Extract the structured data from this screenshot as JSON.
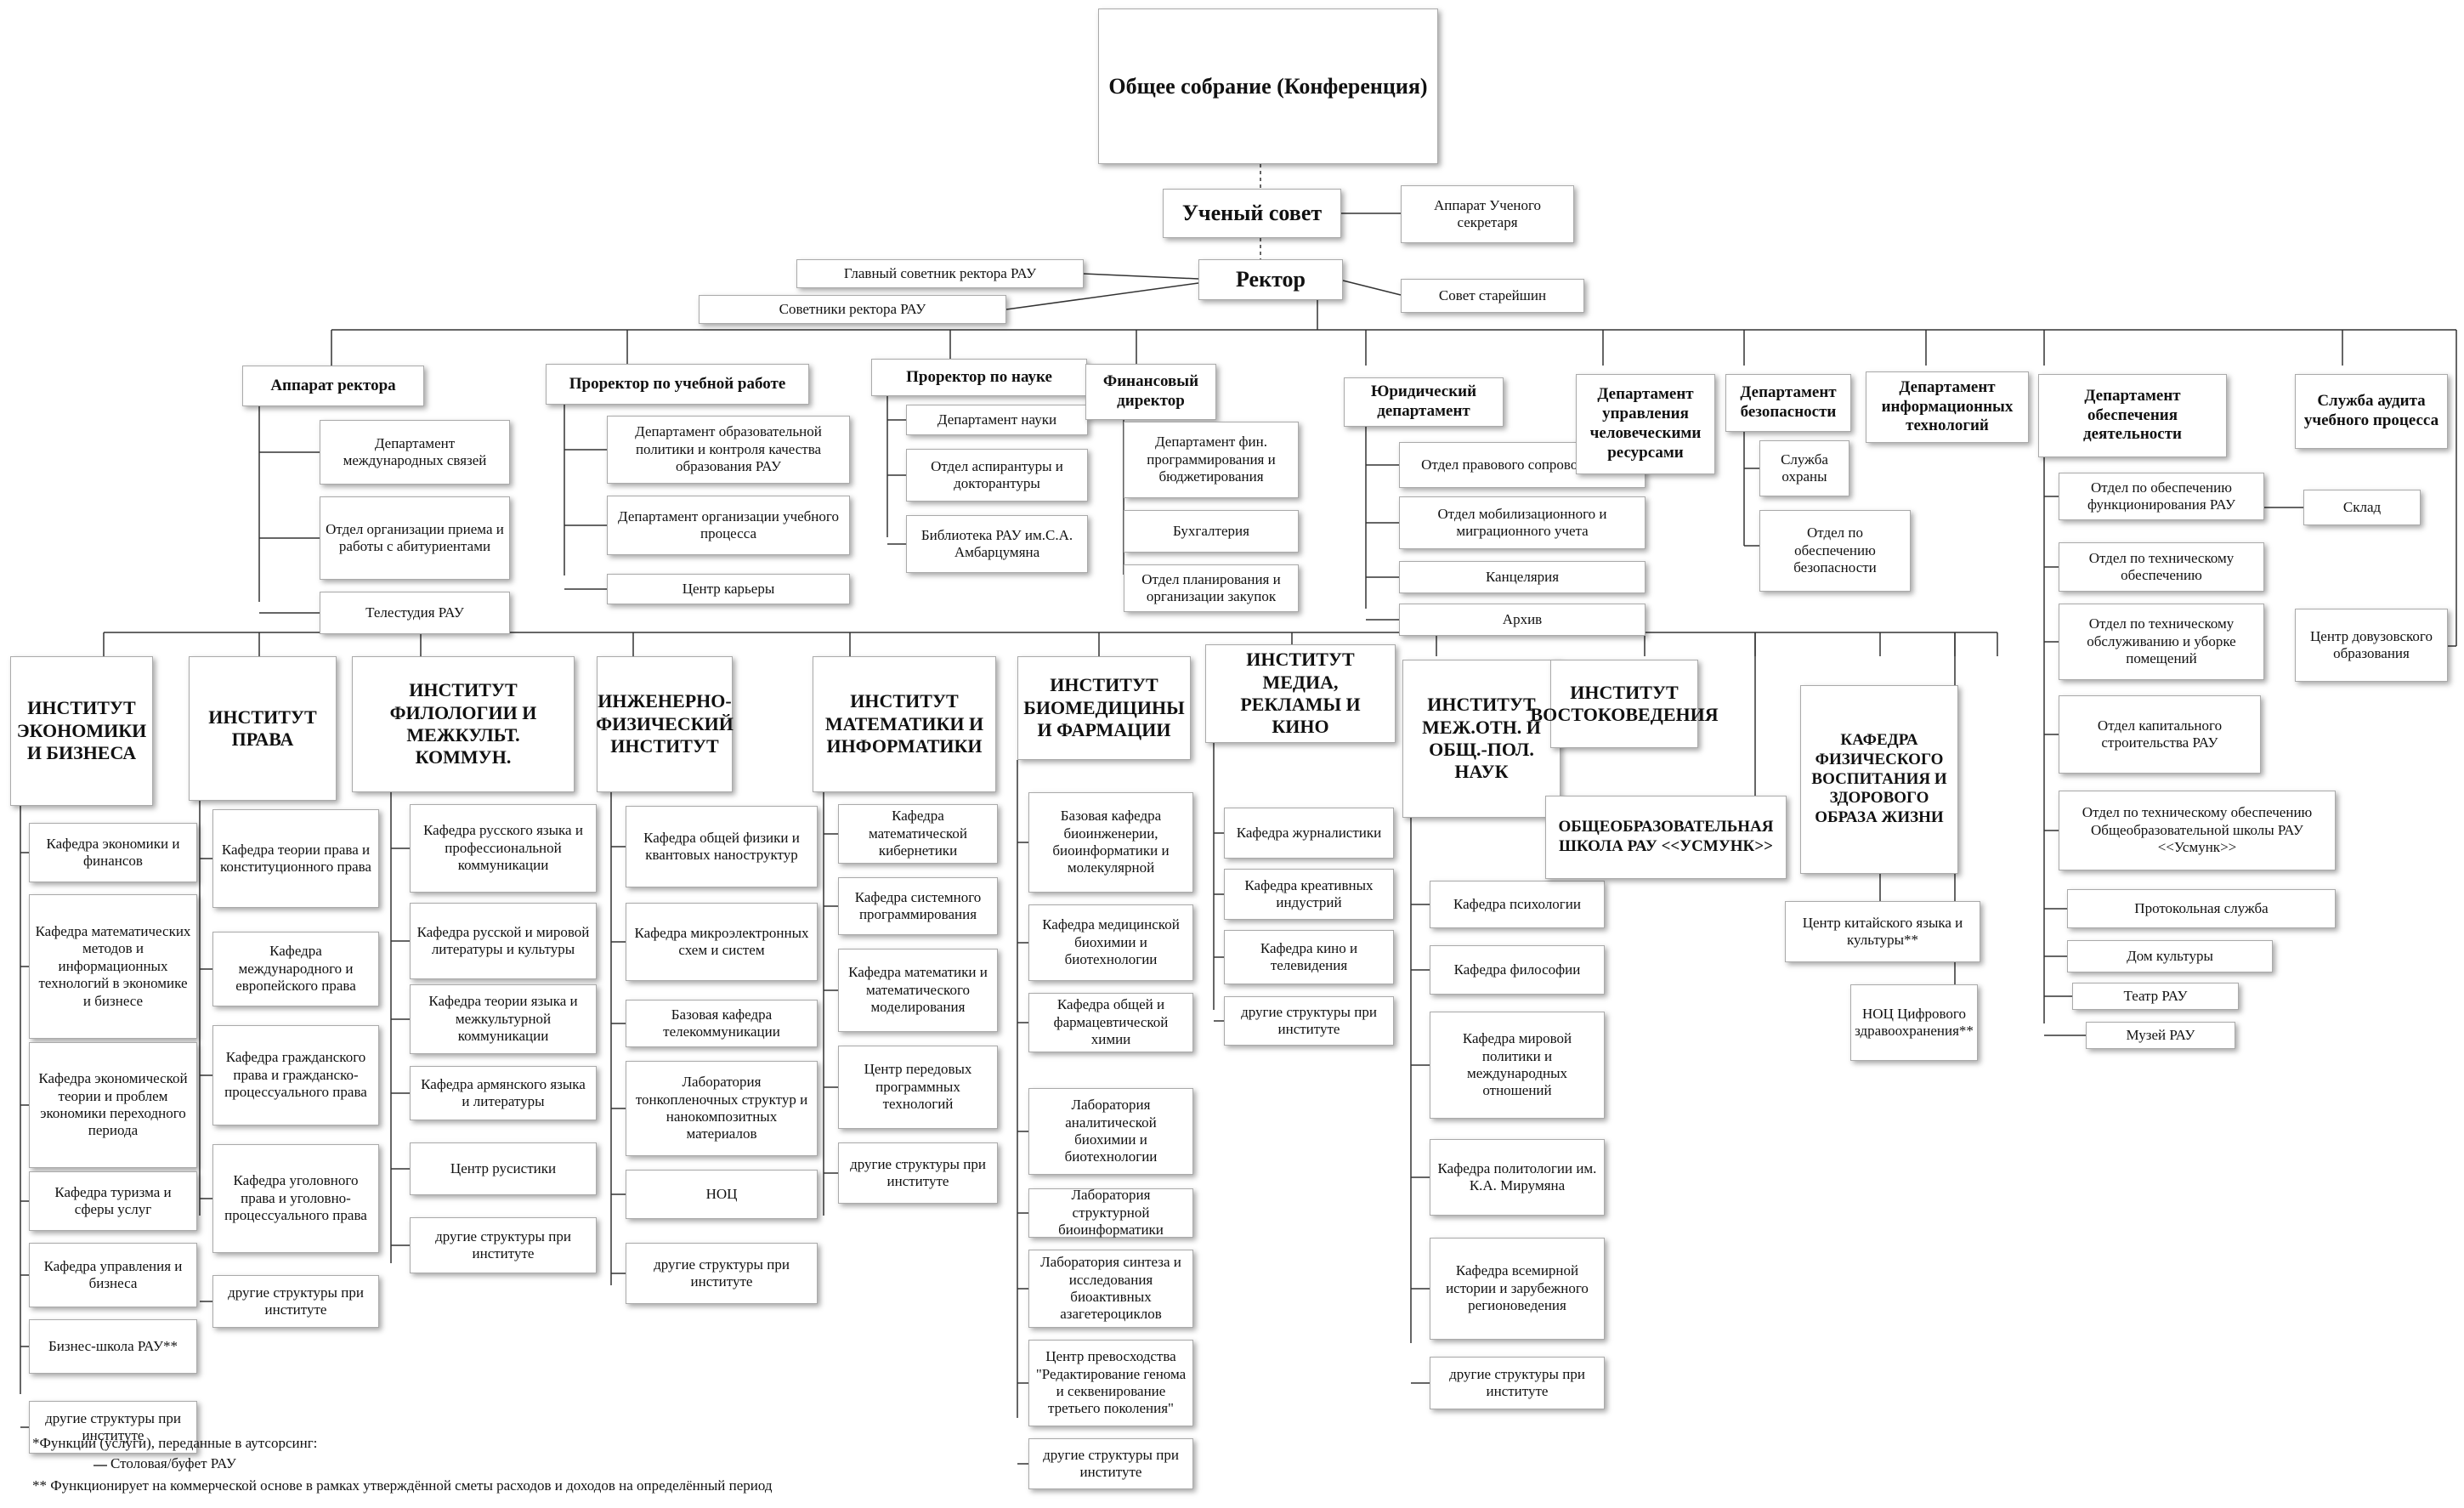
{
  "top": {
    "assembly": "Общее собрание (Конференция)",
    "council": "Ученый совет",
    "council_secretary": "Аппарат Ученого секретаря",
    "rector": "Ректор",
    "chief_advisor": "Главный советник ректора РАУ",
    "advisors": "Советники ректора РАУ",
    "elders": "Совет старейшин"
  },
  "row2": {
    "apparatus": "Аппарат ректора",
    "apparatus_items": [
      "Департамент международных связей",
      "Отдел организации приема и работы с абитуриентами",
      "Телестудия РАУ"
    ],
    "vice_edu": "Проректор по учебной работе",
    "vice_edu_items": [
      "Департамент образовательной политики и контроля качества образования РАУ",
      "Департамент организации учебного процесса",
      "Центр карьеры"
    ],
    "vice_sci": "Проректор по науке",
    "vice_sci_items": [
      "Департамент науки",
      "Отдел аспирантуры и докторантуры",
      "Библиотека РАУ им.С.А. Амбарцумяна"
    ],
    "cfo": "Финансовый директор",
    "cfo_items": [
      "Департамент фин. программирования и бюджетирования",
      "Бухгалтерия",
      "Отдел планирования и организации закупок"
    ],
    "legal": "Юридический департамент",
    "legal_items": [
      "Отдел правового сопровождения",
      "Отдел мобилизационного и миграционного учета",
      "Канцелярия",
      "Архив"
    ],
    "hr": "Департамент управления человеческими ресурсами",
    "security": "Департамент безопасности",
    "security_items": [
      "Служба охраны",
      "Отдел по обеспечению безопасности"
    ],
    "it": "Департамент информационных технологий",
    "support": "Департамент обеспечения деятельности",
    "support_items": [
      "Отдел по обеспечению функционирования РАУ",
      "Отдел по техническому обеспечению",
      "Отдел по техническому обслуживанию и уборке помещений",
      "Отдел капитального строительства РАУ",
      "Отдел по техническому обеспечению Общеобразовательной школы РАУ <<Усмунк>>",
      "Протокольная служба",
      "Дом культуры",
      "Театр РАУ",
      "Музей РАУ"
    ],
    "warehouse": "Склад",
    "audit": "Служба аудита учебного процесса",
    "preuni": "Центр довузовского образования"
  },
  "institutes": {
    "econ": "ИНСТИТУТ ЭКОНОМИКИ И БИЗНЕСА",
    "econ_items": [
      "Кафедра экономики и финансов",
      "Кафедра математических методов и информационных технологий в экономике и бизнесе",
      "Кафедра экономической теории и проблем экономики переходного периода",
      "Кафедра туризма и сферы услуг",
      "Кафедра управления и бизнеса",
      "Бизнес-школа РАУ**",
      "другие структуры при институте"
    ],
    "law": "ИНСТИТУТ ПРАВА",
    "law_items": [
      "Кафедра теории права и конституционного права",
      "Кафедра международного и европейского права",
      "Кафедра гражданского права и гражданско-процессуального права",
      "Кафедра уголовного права и уголовно-процессуального права",
      "другие структуры при институте"
    ],
    "phil": "ИНСТИТУТ ФИЛОЛОГИИ И МЕЖКУЛЬТ. КОММУН.",
    "phil_items": [
      "Кафедра русского языка и профессиональной коммуникации",
      "Кафедра русской и мировой литературы и культуры",
      "Кафедра теории языка и межкультурной коммуникации",
      "Кафедра армянского языка и литературы",
      "Центр русистики",
      "другие структуры при институте"
    ],
    "eng": "ИНЖЕНЕРНО-ФИЗИЧЕСКИЙ ИНСТИТУТ",
    "eng_items": [
      "Кафедра общей физики и квантовых наноструктур",
      "Кафедра микроэлектронных схем и систем",
      "Базовая кафедра телекоммуникации",
      "Лаборатория тонкопленочных структур и нанокомпозитных материалов",
      "НОЦ",
      "другие структуры при институте"
    ],
    "math": "ИНСТИТУТ МАТЕМАТИКИ И ИНФОРМАТИКИ",
    "math_items": [
      "Кафедра математической кибернетики",
      "Кафедра системного программирования",
      "Кафедра математики и математического моделирования",
      "Центр передовых программных технологий",
      "другие структуры при институте"
    ],
    "bio": "ИНСТИТУТ БИОМЕДИЦИНЫ И ФАРМАЦИИ",
    "bio_items": [
      "Базовая кафедра биоинженерии, биоинформатики и молекулярной",
      "Кафедра медицинской биохимии и биотехнологии",
      "Кафедра общей и фармацевтической химии",
      "Лаборатория аналитической биохимии и биотехнологии",
      "Лаборатория структурной биоинформатики",
      "Лаборатория синтеза и исследования биоактивных азагетероциклов",
      "Центр превосходства \"Редактирование генома и секвенирование третьего поколения\"",
      "другие структуры при институте"
    ],
    "media": "ИНСТИТУТ МЕДИА, РЕКЛАМЫ И КИНО",
    "media_items": [
      "Кафедра журналистики",
      "Кафедра креативных индустрий",
      "Кафедра кино и телевидения",
      "другие структуры при институте"
    ],
    "intl": "ИНСТИТУТ МЕЖ.ОТН. И ОБЩ.-ПОЛ. НАУК",
    "intl_items": [
      "Кафедра психологии",
      "Кафедра философии",
      "Кафедра мировой политики и международных отношений",
      "Кафедра политологии им. К.А. Мирумяна",
      "Кафедра всемирной истории и зарубежного регионоведения",
      "другие структуры при институте"
    ],
    "orient": "ИНСТИТУТ ВОСТОКОВЕДЕНИЯ",
    "school": "ОБЩЕОБРАЗОВАТЕЛЬНАЯ ШКОЛА РАУ <<УСМУНК>>",
    "pe": "КАФЕДРА ФИЗИЧЕСКОГО ВОСПИТАНИЯ И ЗДОРОВОГО ОБРАЗА ЖИЗНИ",
    "chinese": "Центр китайского языка и культуры**",
    "health": "НОЦ Цифрового здравоохранения**"
  },
  "notes": {
    "n1": "*Функции (услуги), переданные в аутсорсинг:",
    "n2": "Столовая/буфет РАУ",
    "n3": "** Функционирует на коммерческой основе в рамках утверждённой сметы расходов и доходов на определённый период"
  }
}
